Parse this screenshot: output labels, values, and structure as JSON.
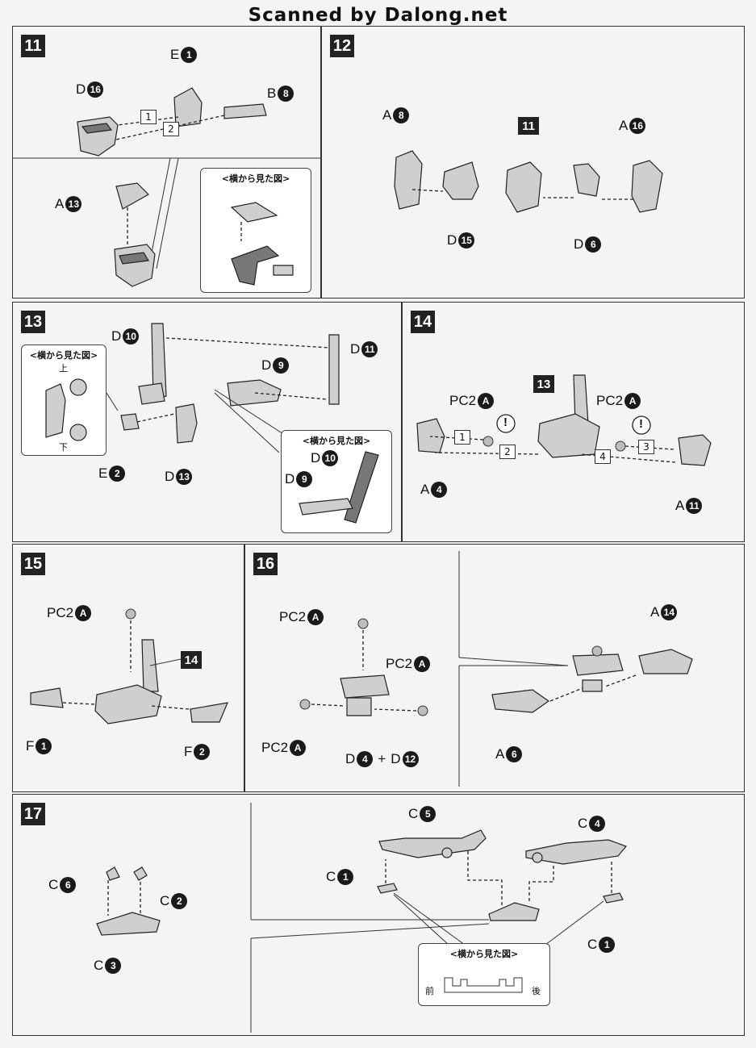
{
  "header": "Scanned by Dalong.net",
  "side_view_caption": "<横から見た図>",
  "up_label": "上",
  "down_label": "下",
  "front_label": "前",
  "back_label": "後",
  "steps": {
    "s11": {
      "no": "11",
      "labels": [
        "E",
        "1",
        "D",
        "16",
        "B",
        "8",
        "A",
        "13"
      ],
      "nums": [
        "1",
        "2"
      ]
    },
    "s12": {
      "no": "12",
      "labels": [
        "A",
        "8",
        "11",
        "A",
        "16",
        "D",
        "15",
        "D",
        "6"
      ]
    },
    "s13": {
      "no": "13",
      "labels": [
        "D",
        "10",
        "D",
        "11",
        "D",
        "9",
        "E",
        "2",
        "D",
        "13",
        "D",
        "10",
        "D",
        "9"
      ]
    },
    "s14": {
      "no": "14",
      "labels": [
        "13",
        "PC2",
        "A",
        "PC2",
        "A",
        "A",
        "4",
        "A",
        "11"
      ],
      "nums": [
        "1",
        "2",
        "3",
        "4"
      ],
      "warn": "!"
    },
    "s15": {
      "no": "15",
      "labels": [
        "PC2",
        "A",
        "14",
        "F",
        "1",
        "F",
        "2"
      ]
    },
    "s16": {
      "no": "16",
      "labels": [
        "PC2",
        "A",
        "PC2",
        "A",
        "PC2",
        "A",
        "D",
        "4",
        "+",
        "D",
        "12",
        "A",
        "14",
        "A",
        "6"
      ]
    },
    "s17": {
      "no": "17",
      "labels": [
        "C",
        "6",
        "C",
        "2",
        "C",
        "3",
        "C",
        "5",
        "C",
        "4",
        "C",
        "1",
        "C",
        "1"
      ]
    }
  }
}
